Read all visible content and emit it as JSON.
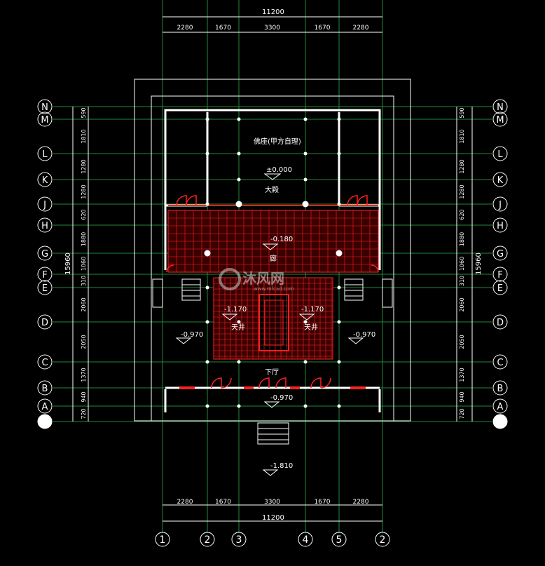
{
  "drawing": {
    "overall_width": "11200",
    "overall_depth": "15960",
    "bay_dims": [
      "2280",
      "1670",
      "3300",
      "1670",
      "2280"
    ],
    "row_dims": [
      "590",
      "1810",
      "1280",
      "1280",
      "620",
      "1880",
      "1060",
      "310",
      "2060",
      "2050",
      "1370",
      "940",
      "720"
    ],
    "row_axes": [
      "N",
      "M",
      "L",
      "K",
      "J",
      "H",
      "G",
      "F",
      "E",
      "D",
      "C",
      "B",
      "A",
      ""
    ],
    "col_axes": [
      "1",
      "2",
      "3",
      "4",
      "5",
      "2"
    ],
    "labels": {
      "room_top": "佛座(甲方自理)",
      "elev_zero": "±0.000",
      "hall": "大殿",
      "elev_corridor": "-0.180",
      "corridor": "廊",
      "elev_left": "-1.170",
      "elev_right": "-1.170",
      "yard_left": "天井",
      "yard_right": "天井",
      "elev_side_left": "-0.970",
      "elev_side_right": "-0.970",
      "lower_hall": "下厅",
      "elev_lower": "-0.970",
      "elev_entrance": "-1.810"
    },
    "watermark": "沐风网",
    "watermark_url": "www.mfcad.com"
  },
  "colors": {
    "background": "#000000",
    "grid": "#1f8a3a",
    "wall": "#ffffff",
    "red": "#ff2020",
    "dim": "#ffffff"
  }
}
